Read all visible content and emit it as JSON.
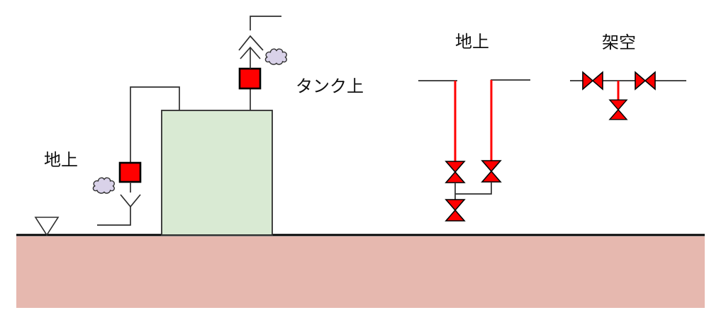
{
  "labels": {
    "ground_left": "地上",
    "tank_top": "タンク上",
    "ground_middle": "地上",
    "overhead": "架空"
  },
  "colors": {
    "background": "#ffffff",
    "ground_fill": "#e6b8af",
    "ground_line": "#000000",
    "tank_fill": "#d9ead3",
    "cloud_fill": "#d9d2e9",
    "valve_red": "#ff0000",
    "line_dark": "#2e2e2e",
    "label_color": "#111111"
  },
  "icons": {
    "valve": "red bowtie (two triangles meeting at a point)",
    "gas_detector": "red outlined square",
    "gas_cloud": "lavender cloud puff",
    "vent_cap": "inverted-V rain cap",
    "flow_arrow": "upward open arrowhead",
    "vent_funnel": "V-shaped open funnel",
    "surface_marker": "inverted white triangle on ground line"
  }
}
